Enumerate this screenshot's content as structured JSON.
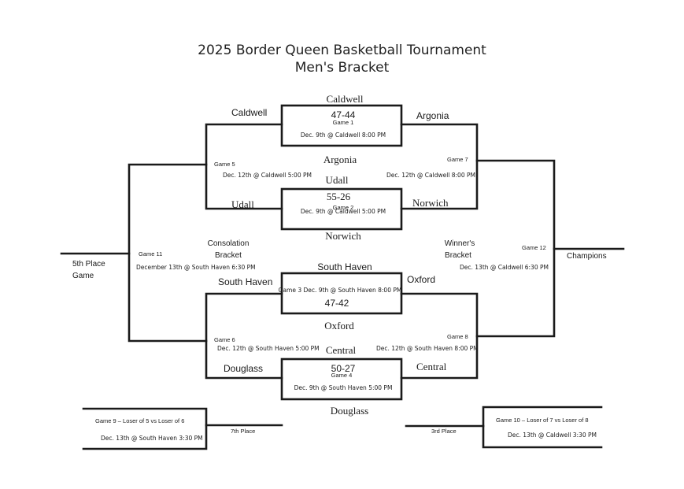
{
  "title": {
    "line1": "2025 Border Queen Basketball Tournament",
    "line2": "Men's Bracket"
  },
  "games": {
    "g1": {
      "top_team": "Caldwell",
      "score": "47-44",
      "name": "Game 1",
      "info": "Dec. 9th @ Caldwell 8:00 PM",
      "bottom_team": "Argonia"
    },
    "g2": {
      "top_team": "Udall",
      "score": "55-26",
      "name": "Game 2",
      "info": "Dec. 9th @ Caldwell 5:00 PM",
      "bottom_team": "Norwich"
    },
    "g3": {
      "top_team": "South Haven",
      "name_info": "Game 3 Dec. 9th @ South Haven 8:00 PM",
      "score": "47-42",
      "bottom_team": "Oxford"
    },
    "g4": {
      "top_team": "Central",
      "score": "50-27",
      "name": "Game 4",
      "info": "Dec. 9th @ South Haven 5:00 PM",
      "bottom_team": "Douglass"
    },
    "g5": {
      "top_team": "Caldwell",
      "name": "Game 5",
      "info": "Dec. 12th @ Caldwell 5:00 PM",
      "bottom_team": "Udall"
    },
    "g6": {
      "top_team": "South Haven",
      "name": "Game 6",
      "info": "Dec. 12th @ South Haven 5:00 PM",
      "bottom_team": "Douglass"
    },
    "g7": {
      "top_team": "Argonia",
      "name": "Game 7",
      "info": "Dec. 12th @ Caldwell 8:00 PM",
      "bottom_team": "Norwich"
    },
    "g8": {
      "top_team": "Oxford",
      "name": "Game 8",
      "info": "Dec. 12th @ South Haven 8:00 PM",
      "bottom_team": "Central"
    },
    "g11": {
      "name": "Game 11",
      "info": "December 13th @ South Haven 6:30 PM",
      "result_line1": "5th Place",
      "result_line2": "Game"
    },
    "g12": {
      "name": "Game 12",
      "info": "Dec. 13th @ Caldwell 6:30 PM",
      "result": "Champions"
    },
    "g9": {
      "name": "Game 9 – Loser of 5 vs Loser of 6",
      "info": "Dec. 13th @ South Haven 3:30 PM",
      "result": "7th Place"
    },
    "g10": {
      "name": "Game 10 – Loser of 7 vs Loser of 8",
      "info": "Dec. 13th @ Caldwell 3:30 PM",
      "result": "3rd Place"
    }
  },
  "labels": {
    "consolation_line1": "Consolation",
    "consolation_line2": "Bracket",
    "winners_line1": "Winner's",
    "winners_line2": "Bracket"
  }
}
